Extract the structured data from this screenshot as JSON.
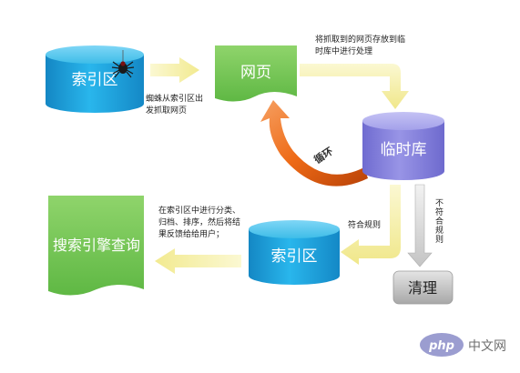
{
  "nodes": {
    "index_top": "索引区",
    "webpage": "网页",
    "temp_db": "临时库",
    "index_bottom": "索引区",
    "search_query": "搜索引擎查询",
    "cleanup": "清理"
  },
  "annotations": {
    "spider_fetch": [
      "蜘蛛从索引区出",
      "发抓取网页"
    ],
    "store_temp": [
      "将抓取到的网页存放到临",
      "时库中进行处理"
    ],
    "loop": "循环",
    "qualified": "符合规则",
    "not_qualified": [
      "不",
      "符",
      "合",
      "规",
      "则"
    ],
    "classify": [
      "在索引区中进行分类、",
      "归档、排序，然后将结",
      "果反馈给给用户；"
    ]
  },
  "watermark": {
    "logo": "php",
    "site": "中文网"
  },
  "colors": {
    "cylinder_blue": "#1ba3dc",
    "page_green": "#7cc85a",
    "temp_purple": "#8a86df",
    "arrow_yellow": "#f6f0a8",
    "loop_orange": "#ee6a16",
    "cleanup_gray": "#c8c8c8"
  }
}
